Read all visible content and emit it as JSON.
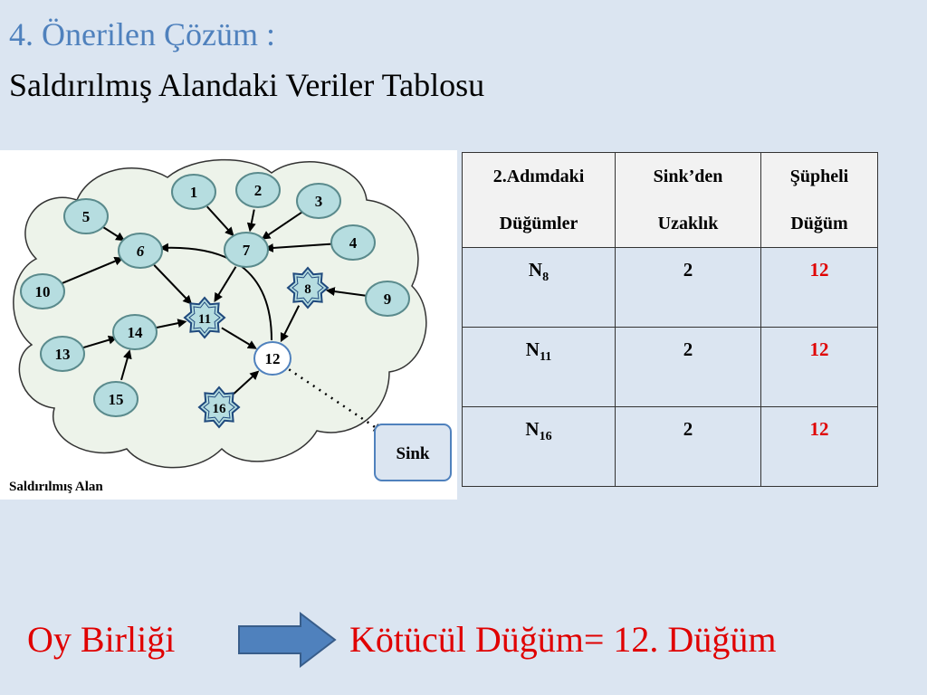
{
  "title": {
    "line1": "4. Önerilen Çözüm :",
    "line2": "Saldırılmış Alandaki Veriler Tablosu"
  },
  "diagram": {
    "area_label": "Saldırılmış Alan",
    "sink_label": "Sink",
    "nodes": [
      {
        "id": "1",
        "type": "normal"
      },
      {
        "id": "2",
        "type": "normal"
      },
      {
        "id": "3",
        "type": "normal"
      },
      {
        "id": "4",
        "type": "normal"
      },
      {
        "id": "5",
        "type": "normal"
      },
      {
        "id": "6",
        "type": "normal"
      },
      {
        "id": "7",
        "type": "normal"
      },
      {
        "id": "8",
        "type": "star"
      },
      {
        "id": "9",
        "type": "normal"
      },
      {
        "id": "10",
        "type": "normal"
      },
      {
        "id": "11",
        "type": "star"
      },
      {
        "id": "12",
        "type": "white"
      },
      {
        "id": "13",
        "type": "normal"
      },
      {
        "id": "14",
        "type": "normal"
      },
      {
        "id": "15",
        "type": "normal"
      },
      {
        "id": "16",
        "type": "star"
      }
    ],
    "edges": [
      [
        "1",
        "7"
      ],
      [
        "2",
        "7"
      ],
      [
        "3",
        "7"
      ],
      [
        "4",
        "7"
      ],
      [
        "5",
        "6"
      ],
      [
        "10",
        "6"
      ],
      [
        "6",
        "11"
      ],
      [
        "7",
        "11"
      ],
      [
        "11",
        "12"
      ],
      [
        "8",
        "12"
      ],
      [
        "9",
        "8"
      ],
      [
        "13",
        "14"
      ],
      [
        "15",
        "14"
      ],
      [
        "14",
        "11"
      ],
      [
        "16",
        "12"
      ],
      [
        "12",
        "6"
      ],
      [
        "12",
        "Sink"
      ]
    ]
  },
  "table": {
    "headers": [
      [
        "2.Adımdaki",
        "Düğümler"
      ],
      [
        "Sink’den",
        "Uzaklık"
      ],
      [
        "Şüpheli",
        "Düğüm"
      ]
    ],
    "rows": [
      {
        "node": "N",
        "sub": "8",
        "distance": "2",
        "suspect": "12"
      },
      {
        "node": "N",
        "sub": "11",
        "distance": "2",
        "suspect": "12"
      },
      {
        "node": "N",
        "sub": "16",
        "distance": "2",
        "suspect": "12"
      }
    ]
  },
  "bottom": {
    "left": "Oy Birliği",
    "right": "Kötücül Düğüm= 12. Düğüm"
  },
  "colors": {
    "background": "#dbe5f1",
    "title_blue": "#4f81bd",
    "highlight_red": "#e00000",
    "node_fill": "#b6dde0",
    "arrow_blue": "#4f81bd"
  }
}
